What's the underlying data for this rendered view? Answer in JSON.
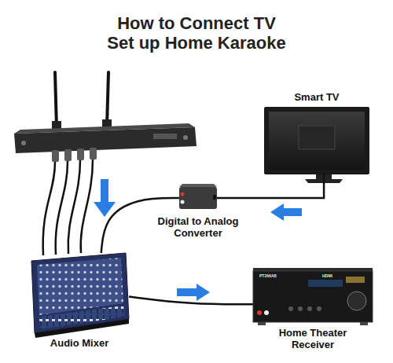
{
  "diagram": {
    "title": "How to Connect TV Set up Home Karaoke",
    "nodes": [
      {
        "text": [
          "Smart TV"
        ]
      },
      {
        "text": [
          "Digital to Analog Converter"
        ]
      },
      {
        "text": [
          "Audio Mixer"
        ]
      },
      {
        "text": [
          "Home Theater Receiver"
        ]
      }
    ],
    "edges": [
      {
        "from": 0,
        "to": 1,
        "arrow": "none"
      },
      {
        "from": 1,
        "to": 2,
        "arrow": "none"
      },
      {
        "from": 2,
        "to": 3,
        "arrow": "none"
      }
    ],
    "labels": [
      "PT266AB",
      "HDMI"
    ]
  }
}
